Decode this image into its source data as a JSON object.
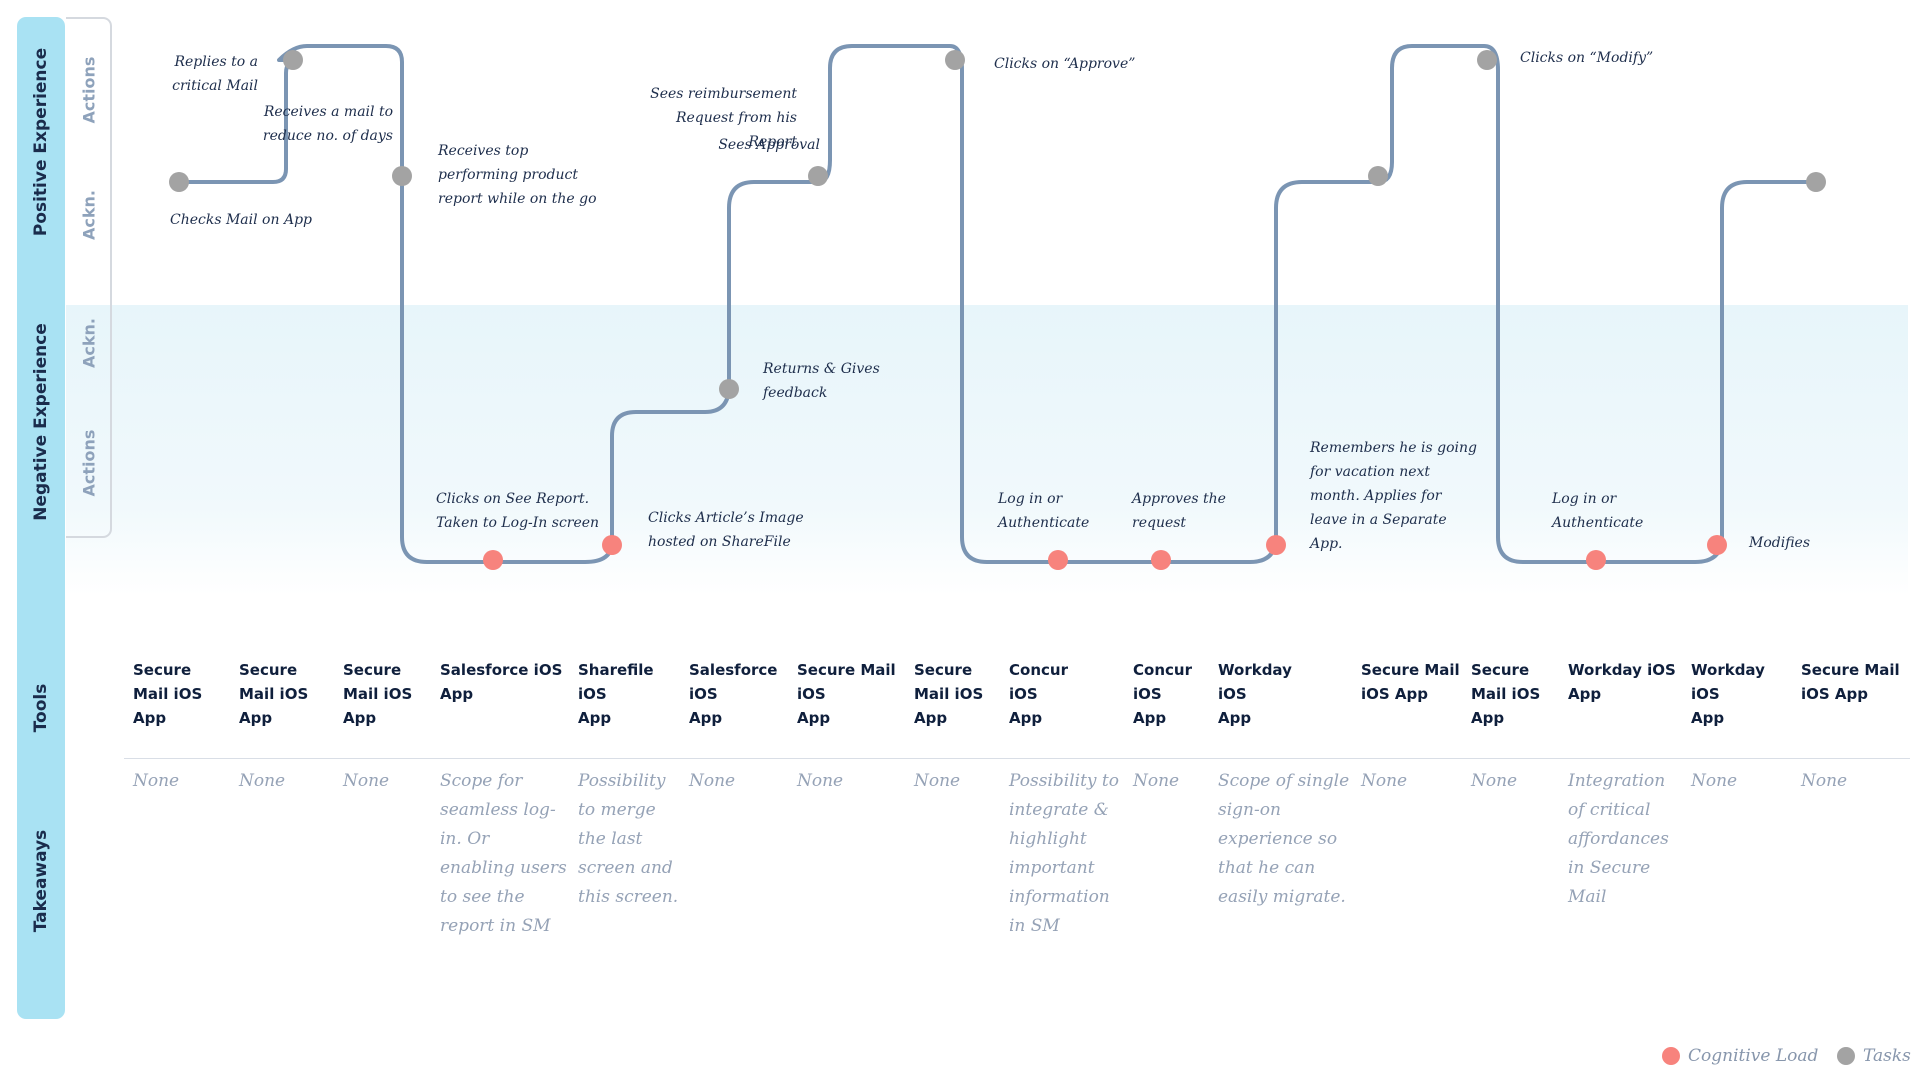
{
  "sections": {
    "positive": "Positive Experience",
    "negative": "Negative Experience",
    "tools": "Tools",
    "takeaways": "Takeaways"
  },
  "sublanes": {
    "positive_actions": "Actions",
    "positive_ackn": "Ackn.",
    "negative_ackn": "Ackn.",
    "negative_actions": "Actions"
  },
  "journey": {
    "steps": [
      {
        "label": "Checks Mail on App",
        "type": "task"
      },
      {
        "label": "Replies to a\ncritical Mail",
        "type": "task"
      },
      {
        "label": "Receives top\nperforming product\nreport while on the go",
        "type": "task"
      },
      {
        "label": "Clicks on See Report.\nTaken to Log-In screen",
        "type": "cognitive"
      },
      {
        "label": "Clicks Article’s Image\nhosted on ShareFile",
        "type": "cognitive"
      },
      {
        "label": "Returns & Gives\nfeedback",
        "type": "task"
      },
      {
        "label": "Sees reimbursement\nRequest from his\nReport",
        "type": "task"
      },
      {
        "label": "Clicks on “Approve”",
        "type": "task"
      },
      {
        "label": "Log in or\nAuthenticate",
        "type": "cognitive"
      },
      {
        "label": "Approves the\nrequest",
        "type": "cognitive"
      },
      {
        "label": "Remembers he is going\nfor vacation next\nmonth. Applies for\nleave in a Separate\nApp.",
        "type": "cognitive"
      },
      {
        "label": "Receives a mail to\nreduce no. of days",
        "type": "task"
      },
      {
        "label": "Clicks on “Modify”",
        "type": "task"
      },
      {
        "label": "Log in or\nAuthenticate",
        "type": "cognitive"
      },
      {
        "label": "Modifies",
        "type": "cognitive"
      },
      {
        "label": "Sees Approval",
        "type": "task"
      }
    ]
  },
  "tools": [
    "Secure\nMail iOS\nApp",
    "Secure\nMail iOS\nApp",
    "Secure\nMail iOS\nApp",
    "Salesforce iOS\nApp",
    "Sharefile\niOS\nApp",
    "Salesforce\niOS\nApp",
    "Secure Mail\niOS\nApp",
    "Secure\nMail iOS\nApp",
    "Concur\niOS\nApp",
    "Concur\niOS\nApp",
    "Workday\niOS\nApp",
    "Secure Mail\niOS App",
    "Secure\nMail iOS\nApp",
    "Workday iOS\nApp",
    "Workday\niOS\nApp",
    "Secure Mail\niOS App"
  ],
  "takeaways": [
    "None",
    "None",
    "None",
    "Scope for\nseamless log-\nin. Or\nenabling users\nto see the\nreport in SM",
    "Possibility\nto merge\nthe last\nscreen and\nthis screen.",
    "None",
    "None",
    "None",
    "Possibility to\nintegrate &\nhighlight\nimportant\ninformation\nin SM",
    "None",
    "Scope of single\nsign-on\nexperience so\nthat he can\neasily migrate.",
    "None",
    "None",
    "Integration\nof critical\naffordances\nin Secure\nMail",
    "None",
    "None"
  ],
  "legend": {
    "cognitive": "Cognitive Load",
    "tasks": "Tasks"
  },
  "colors": {
    "sidebar": "#a9e2f3",
    "path": "#7b95b3",
    "task_dot": "#a3a3a3",
    "cognitive_dot": "#f7837d",
    "negative_band": "#e7f5fa"
  }
}
